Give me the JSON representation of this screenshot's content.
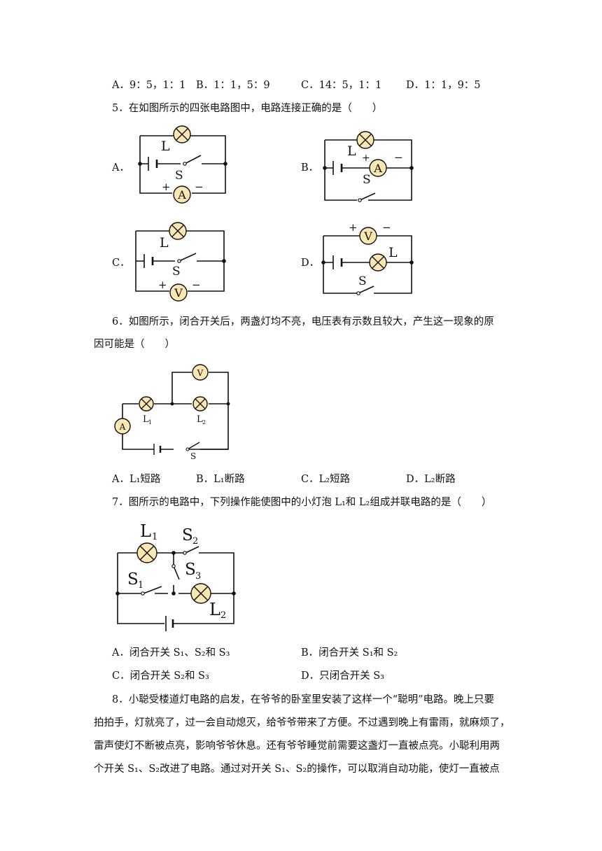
{
  "q4": {
    "options": [
      {
        "text": "A．9：5，1：1"
      },
      {
        "text": "B．1：1，5：9"
      },
      {
        "text": "C．14：5，1：1"
      },
      {
        "text": "D．1：1，9：5"
      }
    ]
  },
  "q5": {
    "stem": "5．在如图所示的四张电路图中，电路连接正确的是（　　）",
    "labels": [
      "A．",
      "B．",
      "C．",
      "D．"
    ],
    "sym": {
      "L": "L",
      "S": "S",
      "A": "A",
      "V": "V",
      "plus": "+",
      "minus": "−"
    }
  },
  "q6": {
    "stem_line1": "6．如图所示，闭合开关后，两盏灯均不亮，电压表有示数且较大，产生这一现象的原",
    "stem_line2": "因可能是（　　）",
    "fig": {
      "V": "V",
      "A": "A",
      "L": "L",
      "sub1": "1",
      "sub2": "2",
      "S": "S"
    },
    "options": [
      {
        "text": "A．L₁短路"
      },
      {
        "text": "B．L₁断路"
      },
      {
        "text": "C．L₂短路"
      },
      {
        "text": "D．L₂断路"
      }
    ]
  },
  "q7": {
    "stem": "7．图所示的电路中，下列操作能使图中的小灯泡 L₁和 L₂组成并联电路的是（　　）",
    "fig": {
      "L": "L",
      "S": "S",
      "sub1": "1",
      "sub2": "2",
      "sub3": "3"
    },
    "options": [
      {
        "text": "A．闭合开关 S₁、S₂和 S₃"
      },
      {
        "text": "B．闭合开关 S₁和 S₂"
      },
      {
        "text": "C．闭合开关 S₂和 S₃"
      },
      {
        "text": "D．只闭合开关 S₃"
      }
    ]
  },
  "q8": {
    "lines": [
      "8．小聪受楼道灯电路的启发，在爷爷的卧室里安装了这样一个“聪明”电路。晚上只要",
      "拍拍手，灯就亮了，过一会自动熄灭，给爷爷带来了方便。不过遇到晚上有雷雨，就麻烦了，",
      "雷声使灯不断被点亮，影响爷爷休息。还有爷爷睡觉前需要这盏灯一直被点亮。小聪利用两",
      "个开关 S₁、S₂改进了电路。通过对开关 S₁、S₂的操作，可以取消自动功能，使灯一直被点"
    ]
  }
}
